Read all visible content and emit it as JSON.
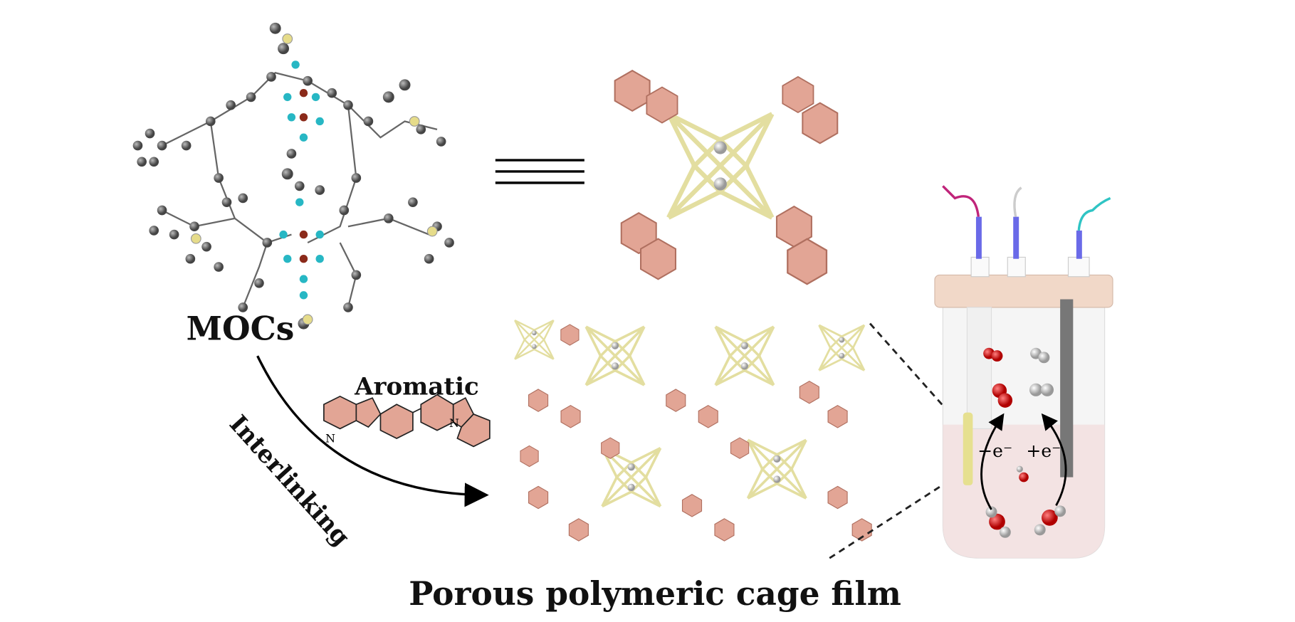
{
  "labels": {
    "mocs": "MOCs",
    "aromatic": "Aromatic",
    "interlinking": "Interlinking",
    "nitrogen_left": "N",
    "nitrogen_right": "N",
    "film_caption": "Porous polymeric cage film",
    "oxidation": "−e⁻",
    "reduction": "+e⁻"
  },
  "colors": {
    "carbon": "#5a5a5a",
    "metal": "#8b2a1a",
    "fluorine": "#27b7c4",
    "sulfur": "#e6dc8a",
    "aromatic_ring": "#e0a090",
    "linker": "#e8e3a0",
    "oxygen": "#d10000",
    "hydrogen": "#dddddd",
    "electrolyte": "#f2dede",
    "electrode_wire_1": "#c0247a",
    "electrode_wire_3": "#2fc4c4",
    "electrode_rod": "#6a6ae8"
  }
}
